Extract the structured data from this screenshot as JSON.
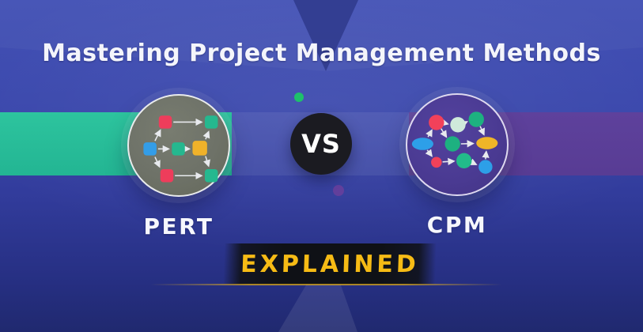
{
  "header": {
    "title": "Mastering Project Management Methods"
  },
  "comparison": {
    "left": {
      "label": "PERT",
      "icon": "pert-network-diagram-icon"
    },
    "versus": "VS",
    "right": {
      "label": "CPM",
      "icon": "cpm-network-diagram-icon"
    }
  },
  "banner": {
    "label": "EXPLAINED"
  },
  "colors": {
    "background_top": "#4250b5",
    "background_bottom": "#20296f",
    "band_left_teal": "#28bd99",
    "band_right_purple": "#5b3e98",
    "band_center_highlight": "rgba(255,255,255,0.07)",
    "pert_circle_fill": "#6e7268",
    "cpm_circle_fill": "#4a3a92",
    "vs_circle_fill": "#1b1b21",
    "banner_fill": "#0f1116",
    "banner_text_gold": "#f6bb15",
    "title_text": "#f4f5fb",
    "node_red": "#ee3d5b",
    "node_blue": "#339de8",
    "node_teal": "#25b88f",
    "node_yellow": "#f0b22a",
    "node_mint": "#cfeadb",
    "node_green": "#1db180",
    "accent_dot_green": "#1ec06b",
    "accent_dot_purple": "#6d3f9b"
  }
}
